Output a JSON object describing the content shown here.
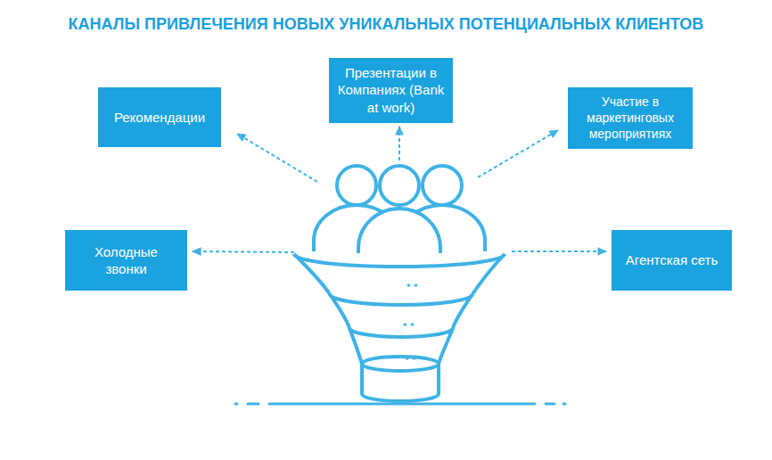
{
  "diagram": {
    "title": "КАНАЛЫ ПРИВЛЕЧЕНИЯ НОВЫХ УНИКАЛЬНЫХ ПОТЕНЦИАЛЬНЫХ КЛИЕНТОВ",
    "nodes": [
      {
        "text": [
          "Презентации в Компаниях (Bank at work)"
        ]
      },
      {
        "text": [
          "Рекомендации"
        ]
      },
      {
        "text": [
          "Участие в маркетинговых мероприятиях"
        ]
      },
      {
        "text": [
          "Холодные звонки"
        ]
      },
      {
        "text": [
          "Агентская сеть"
        ]
      }
    ]
  }
}
